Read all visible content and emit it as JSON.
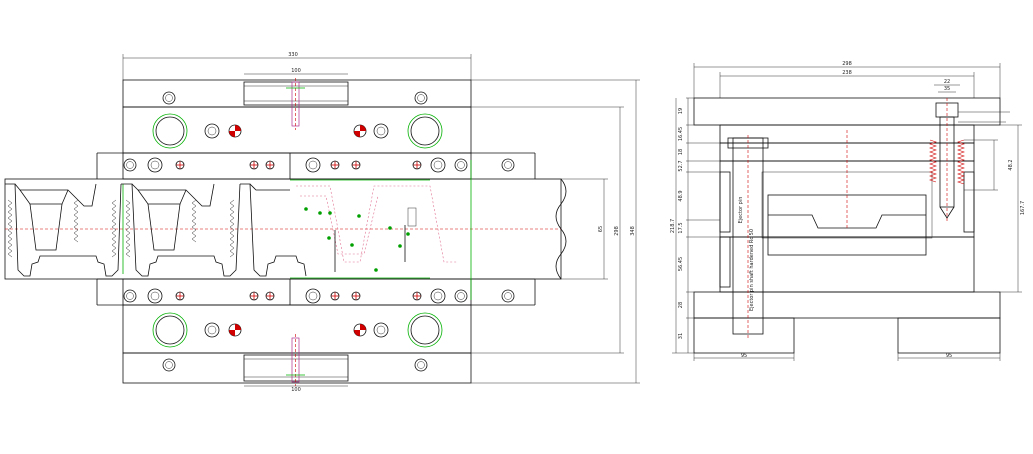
{
  "top_view": {
    "dims": {
      "overall_width": "330",
      "top_slot_width": "100",
      "bottom_slot_width": "100",
      "right_height_outer": "348",
      "right_height_mid": "298",
      "right_height_inner": "65"
    }
  },
  "side_view": {
    "dims": {
      "overall_width": "298",
      "inner_width": "238",
      "bolt_head": "22",
      "bolt_shank": "35",
      "h_top": "19",
      "h_2": "16.45",
      "h_3": "18",
      "h_4": "52.7",
      "h_5": "48.9",
      "h_6": "17.5",
      "h_7": "56.45",
      "h_8": "28",
      "h_9": "31",
      "overall_height": "218.7",
      "right_a": "48.2",
      "right_b": "167.7",
      "foot_left": "95",
      "foot_right": "95"
    },
    "annotation_1": "Ejector pin",
    "annotation_2": "Ejector pin shaft hardened Rc 50"
  }
}
